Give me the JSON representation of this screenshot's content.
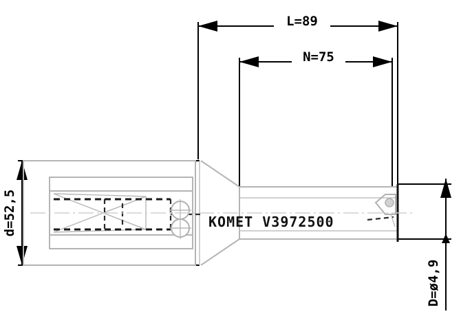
{
  "drawing": {
    "title": "KOMET boring tool technical drawing",
    "background_color": "#ffffff",
    "line_color": "#000000",
    "body_color": "#b4b4b4",
    "hidden_color": "#1a1a1a"
  },
  "engraving": {
    "brand": "KOMET",
    "part_number": "V3972500",
    "full_text": "KOMET  V3972500"
  },
  "dimensions": {
    "overall_length": {
      "name": "overall-length",
      "label": "L=89",
      "symbol": "L",
      "value": "89",
      "orientation": "horizontal",
      "position": "top"
    },
    "neck_length": {
      "name": "neck-length",
      "label": "N=75",
      "symbol": "N",
      "value": "75",
      "orientation": "horizontal",
      "position": "top-inner"
    },
    "shank_diameter": {
      "name": "shank-diameter",
      "label": "d=52,5",
      "symbol": "d",
      "value": "52,5",
      "orientation": "vertical",
      "position": "left"
    },
    "cutting_diameter": {
      "name": "cutting-diameter",
      "label": "D=ø4,9",
      "symbol": "D",
      "value": "ø4,9",
      "orientation": "vertical",
      "position": "right"
    }
  },
  "features": {
    "coolant_holes": "2",
    "insert_label": "cutting-insert",
    "flange_label": "mounting-flange",
    "taper_label": "taper-transition",
    "shank_label": "cylindrical-shank"
  }
}
